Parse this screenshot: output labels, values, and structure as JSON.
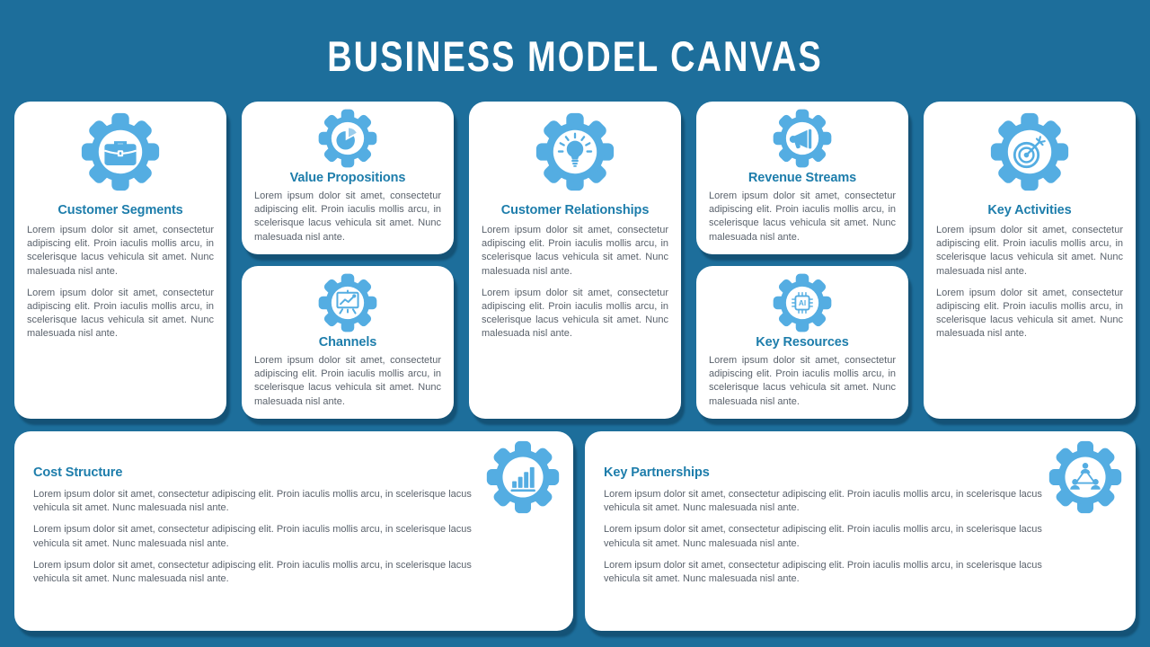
{
  "title": "BUSINESS MODEL CANVAS",
  "colors": {
    "background": "#1d6e9b",
    "card_background": "#ffffff",
    "accent_icon_blue": "#54ade2",
    "heading_blue": "#1d7dab",
    "body_text_gray": "#5a626c",
    "shadow_navy": "#0c3c58",
    "title_white": "#ffffff"
  },
  "ai_chip_label": "AI",
  "cards": {
    "customer_segments": {
      "title": "Customer Segments",
      "icon": "gear-briefcase-icon",
      "paragraphs": [
        "Lorem ipsum dolor sit amet, consectetur adipiscing elit. Proin iaculis mollis arcu, in scelerisque lacus vehicula sit amet. Nunc malesuada nisl ante.",
        "Lorem ipsum dolor sit amet, consectetur adipiscing elit. Proin iaculis mollis arcu, in scelerisque lacus vehicula sit amet. Nunc malesuada nisl ante."
      ]
    },
    "value_propositions": {
      "title": "Value Propositions",
      "icon": "gear-pie-chart-icon",
      "paragraphs": [
        "Lorem ipsum dolor sit amet, consectetur adipiscing elit. Proin iaculis mollis arcu, in scelerisque lacus vehicula sit amet. Nunc malesuada nisl ante."
      ]
    },
    "channels": {
      "title": "Channels",
      "icon": "gear-presentation-chart-icon",
      "paragraphs": [
        "Lorem ipsum dolor sit amet, consectetur adipiscing elit. Proin iaculis mollis arcu, in scelerisque lacus vehicula sit amet. Nunc malesuada nisl ante."
      ]
    },
    "customer_relationships": {
      "title": "Customer Relationships",
      "icon": "gear-lightbulb-icon",
      "paragraphs": [
        "Lorem ipsum dolor sit amet, consectetur adipiscing elit. Proin iaculis mollis arcu, in scelerisque lacus vehicula sit amet. Nunc malesuada nisl ante.",
        "Lorem ipsum dolor sit amet, consectetur adipiscing elit. Proin iaculis mollis arcu, in scelerisque lacus vehicula sit amet. Nunc malesuada nisl ante."
      ]
    },
    "revenue_streams": {
      "title": "Revenue Streams",
      "icon": "gear-megaphone-icon",
      "paragraphs": [
        "Lorem ipsum dolor sit amet, consectetur adipiscing elit. Proin iaculis mollis arcu, in scelerisque lacus vehicula sit amet. Nunc malesuada nisl ante."
      ]
    },
    "key_resources": {
      "title": "Key Resources",
      "icon": "gear-ai-chip-icon",
      "paragraphs": [
        "Lorem ipsum dolor sit amet, consectetur adipiscing elit. Proin iaculis mollis arcu, in scelerisque lacus vehicula sit amet. Nunc malesuada nisl ante."
      ]
    },
    "key_activities": {
      "title": "Key Activities",
      "icon": "gear-target-icon",
      "paragraphs": [
        "Lorem ipsum dolor sit amet, consectetur adipiscing elit. Proin iaculis mollis arcu, in scelerisque lacus vehicula sit amet. Nunc malesuada nisl ante.",
        "Lorem ipsum dolor sit amet, consectetur adipiscing elit. Proin iaculis mollis arcu, in scelerisque lacus vehicula sit amet. Nunc malesuada nisl ante."
      ]
    },
    "cost_structure": {
      "title": "Cost Structure",
      "icon": "gear-bar-chart-icon",
      "paragraphs": [
        "Lorem ipsum dolor sit amet, consectetur adipiscing elit. Proin iaculis mollis arcu, in scelerisque lacus vehicula sit amet. Nunc malesuada nisl ante.",
        "Lorem ipsum dolor sit amet, consectetur adipiscing elit. Proin iaculis mollis arcu, in scelerisque lacus vehicula sit amet. Nunc malesuada nisl ante.",
        "Lorem ipsum dolor sit amet, consectetur adipiscing elit. Proin iaculis mollis arcu, in scelerisque lacus vehicula sit amet. Nunc malesuada nisl ante."
      ]
    },
    "key_partnerships": {
      "title": "Key Partnerships",
      "icon": "gear-network-people-icon",
      "paragraphs": [
        "Lorem ipsum dolor sit amet, consectetur adipiscing elit. Proin iaculis mollis arcu, in scelerisque lacus vehicula sit amet. Nunc malesuada nisl ante.",
        "Lorem ipsum dolor sit amet, consectetur adipiscing elit. Proin iaculis mollis arcu, in scelerisque lacus vehicula sit amet. Nunc malesuada nisl ante.",
        "Lorem ipsum dolor sit amet, consectetur adipiscing elit. Proin iaculis mollis arcu, in scelerisque lacus vehicula sit amet. Nunc malesuada nisl ante."
      ]
    }
  }
}
